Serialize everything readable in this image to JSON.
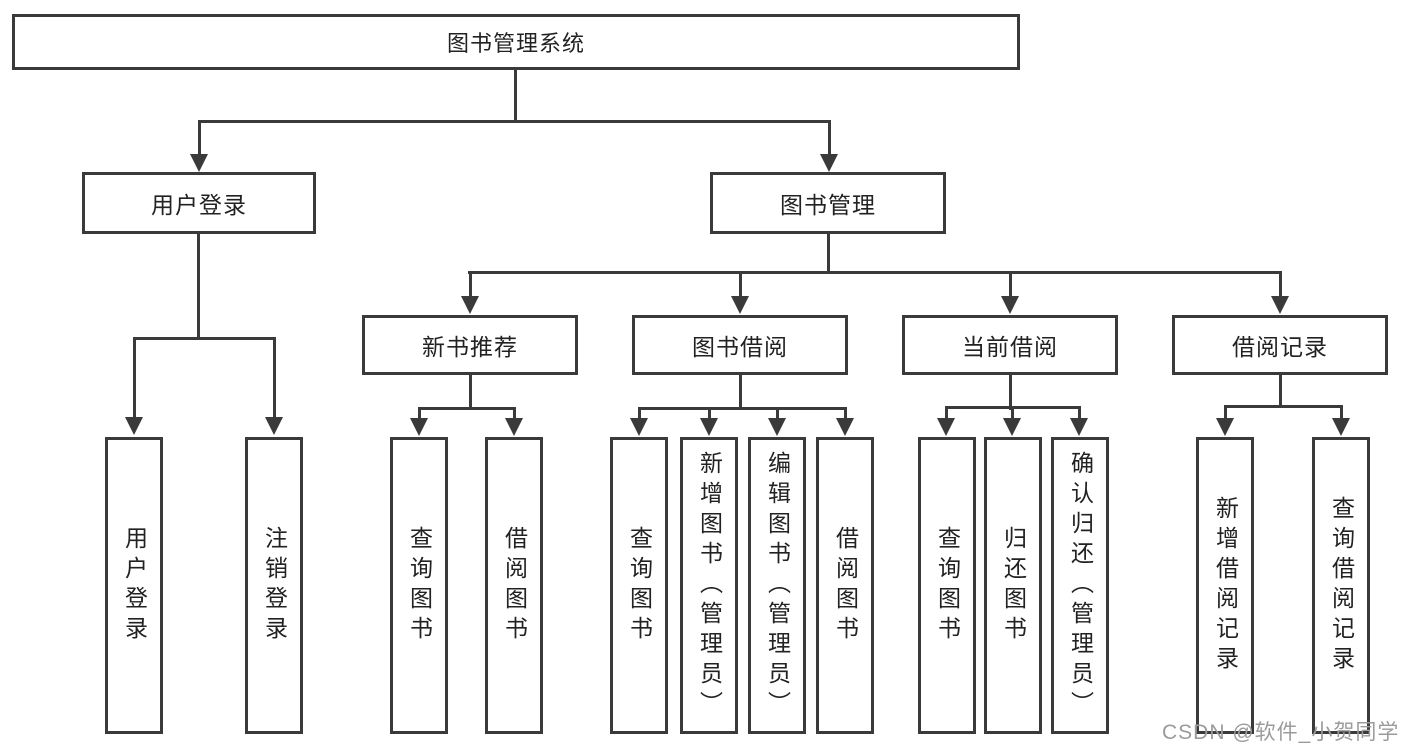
{
  "colors": {
    "line": "#3a3a3a",
    "text": "#222222",
    "watermark": "#9b9b9b",
    "background": "#ffffff"
  },
  "icons": {
    "connector_arrow": "triangle-down"
  },
  "tree": {
    "root": {
      "label": "图书管理系统"
    },
    "branches": [
      {
        "label": "用户登录",
        "children": [
          {
            "label": "用户登录"
          },
          {
            "label": "注销登录"
          }
        ]
      },
      {
        "label": "图书管理",
        "children": [
          {
            "label": "新书推荐",
            "children": [
              {
                "label": "查询图书"
              },
              {
                "label": "借阅图书"
              }
            ]
          },
          {
            "label": "图书借阅",
            "children": [
              {
                "label": "查询图书"
              },
              {
                "label": "新增图书（管理员）"
              },
              {
                "label": "编辑图书（管理员）"
              },
              {
                "label": "借阅图书"
              }
            ]
          },
          {
            "label": "当前借阅",
            "children": [
              {
                "label": "查询图书"
              },
              {
                "label": "归还图书"
              },
              {
                "label": "确认归还（管理员）"
              }
            ]
          },
          {
            "label": "借阅记录",
            "children": [
              {
                "label": "新增借阅记录"
              },
              {
                "label": "查询借阅记录"
              }
            ]
          }
        ]
      }
    ]
  },
  "watermark": {
    "text": "CSDN @软件_小贺同学"
  }
}
